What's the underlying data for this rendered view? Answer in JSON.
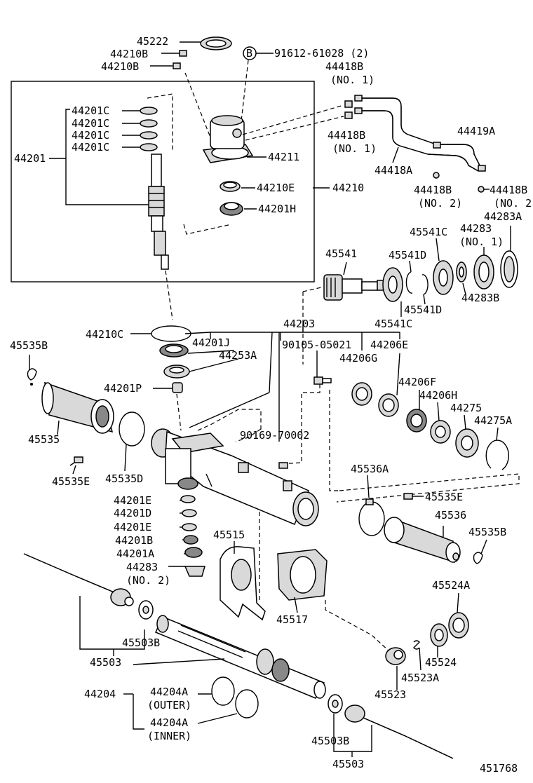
{
  "diagram_id": "451768",
  "labels": {
    "l45222": "45222",
    "l44210B_a": "44210B",
    "l44210B_b": "44210B",
    "bolt_ref": "91612-61028 (2)",
    "circle_B": "B",
    "l44418B_1a": "44418B",
    "no1_a": "(NO. 1)",
    "l44418B_1b": "44418B",
    "no1_b": "(NO. 1)",
    "l44419A": "44419A",
    "l44418A": "44418A",
    "l44418B_2a": "44418B",
    "no2_a": "(NO. 2)",
    "l44418B_2b": "44418B",
    "no2_b": "(NO. 2)",
    "l44201C_1": "44201C",
    "l44201C_2": "44201C",
    "l44201C_3": "44201C",
    "l44201C_4": "44201C",
    "l44201": "44201",
    "l44211": "44211",
    "l44210E": "44210E",
    "l44210": "44210",
    "l44201H": "44201H",
    "l45541C_a": "45541C",
    "l44283_1": "44283",
    "no1_c": "(NO. 1)",
    "l44283A": "44283A",
    "l45541": "45541",
    "l45541D_a": "45541D",
    "l44283B": "44283B",
    "l45541D_b": "45541D",
    "l45541C_b": "45541C",
    "l44210C": "44210C",
    "l44203": "44203",
    "l45535B_a": "45535B",
    "l44201J": "44201J",
    "l90105": "90105-05021",
    "l44206E": "44206E",
    "l44253A": "44253A",
    "l44206G": "44206G",
    "l44201P": "44201P",
    "l44206F": "44206F",
    "l44206H": "44206H",
    "l44275": "44275",
    "l44275A": "44275A",
    "l45535": "45535",
    "l90169": "90169-70002",
    "l45535E_a": "45535E",
    "l45535D": "45535D",
    "l45536A": "45536A",
    "l44201E_a": "44201E",
    "l45535E_b": "45535E",
    "l44201D": "44201D",
    "l45536": "45536",
    "l44201E_b": "44201E",
    "l45515": "45515",
    "l45535B_b": "45535B",
    "l44201B": "44201B",
    "l44201A": "44201A",
    "l44283_2": "44283",
    "no2_c": "(NO. 2)",
    "l45524A": "45524A",
    "l45517": "45517",
    "l45503B_a": "45503B",
    "l45503_a": "45503",
    "l45524": "45524",
    "l45523A": "45523A",
    "l44204": "44204",
    "l44204A_o": "44204A",
    "outer": "(OUTER)",
    "l45523": "45523",
    "l44204A_i": "44204A",
    "inner": "(INNER)",
    "l45503B_b": "45503B",
    "l45503_b": "45503"
  }
}
